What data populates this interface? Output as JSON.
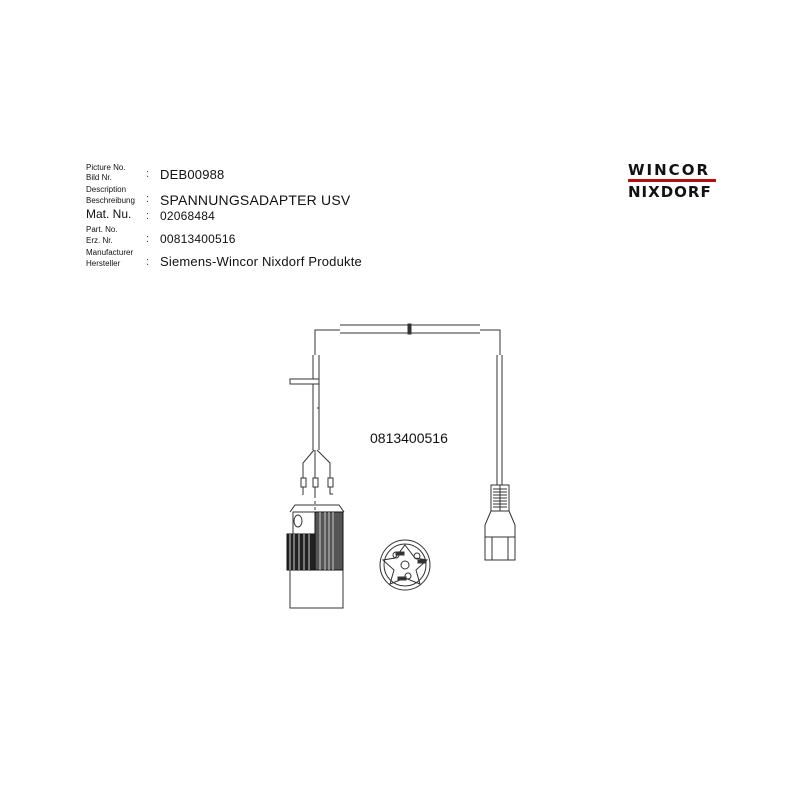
{
  "header": {
    "fields": [
      {
        "label_en": "Picture No.",
        "label_de": "Bild Nr.",
        "value": "DEB00988"
      },
      {
        "label_en": "Description",
        "label_de": "Beschreibung",
        "value": "SPANNUNGSADAPTER USV"
      },
      {
        "label_en": "",
        "label_de": "Mat. Nu.",
        "value": "02068484"
      },
      {
        "label_en": "Part. No.",
        "label_de": "Erz. Nr.",
        "value": "00813400516"
      },
      {
        "label_en": "Manufacturer",
        "label_de": "Hersteller",
        "value": "Siemens-Wincor Nixdorf Produkte"
      }
    ],
    "separator": ":"
  },
  "logo": {
    "line1": "WINCOR",
    "line2": "NIXDORF",
    "accent_color": "#b01010"
  },
  "drawing": {
    "part_code": "0813400516"
  }
}
